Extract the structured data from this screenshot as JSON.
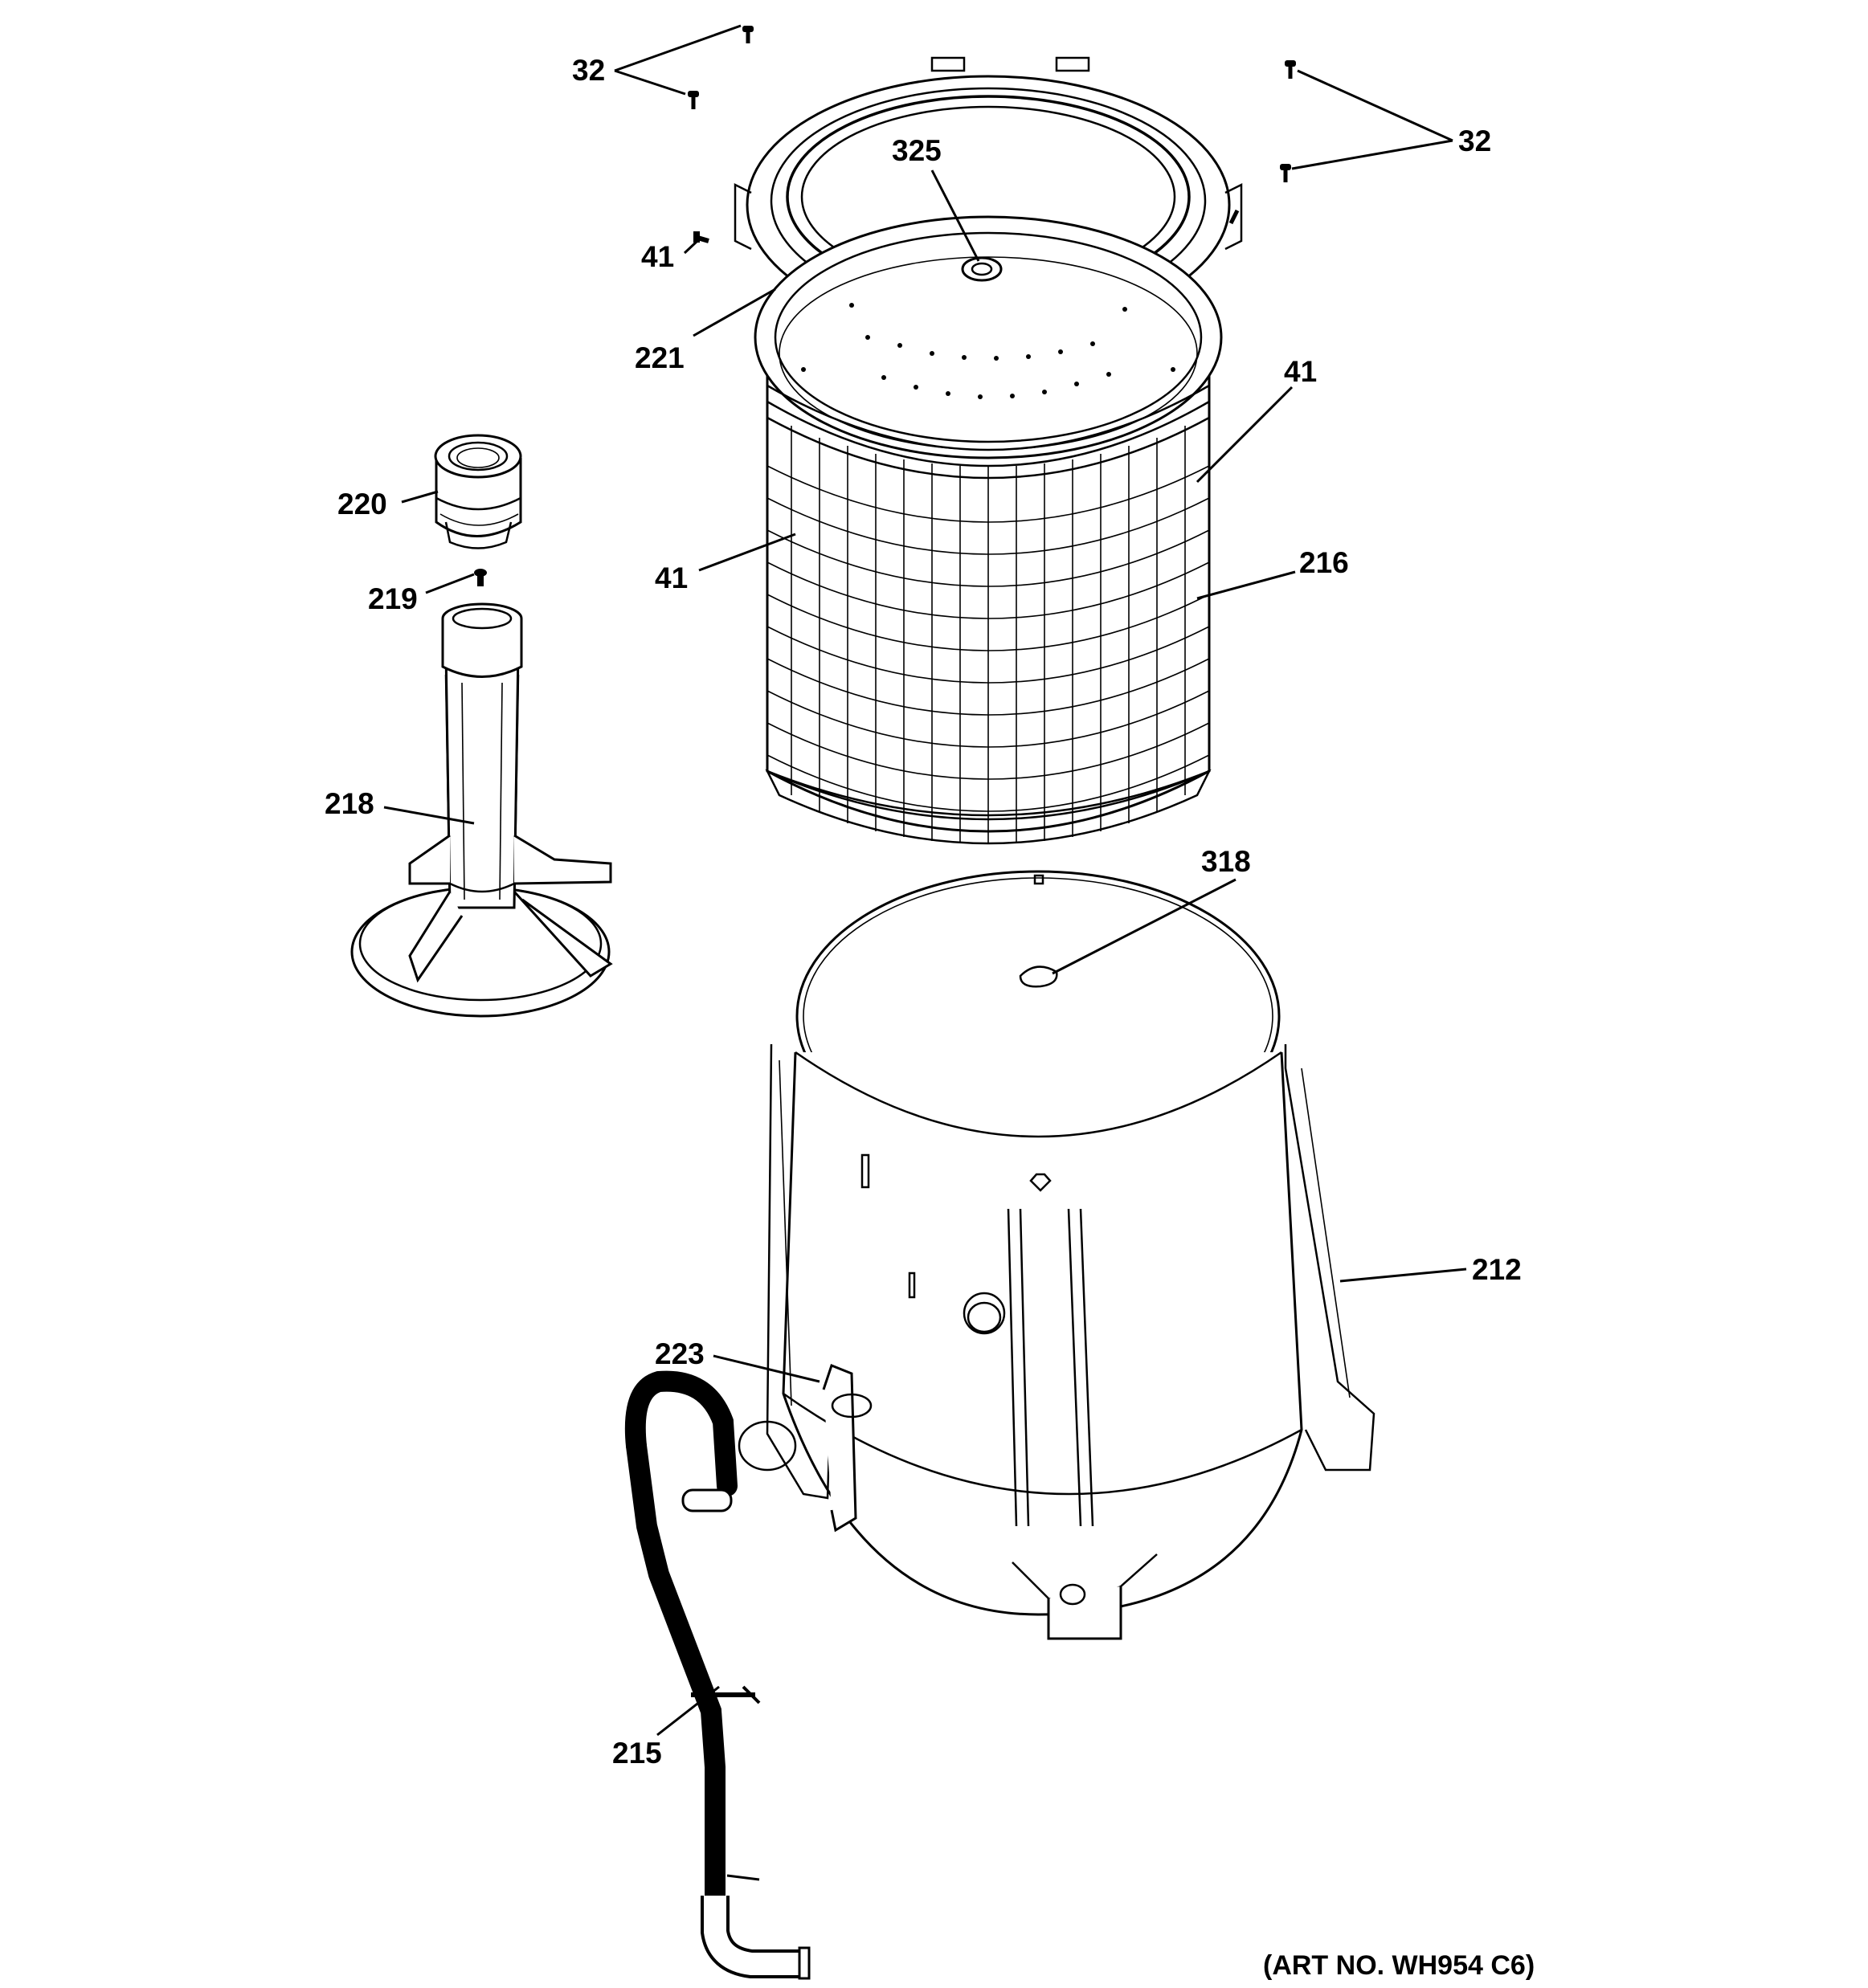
{
  "labels": {
    "p32_left": "32",
    "p32_right": "32",
    "p325": "325",
    "p41_ring": "41",
    "p221": "221",
    "p41_right": "41",
    "p220": "220",
    "p41_left": "41",
    "p216": "216",
    "p219": "219",
    "p218": "218",
    "p318": "318",
    "p212": "212",
    "p223": "223",
    "p215": "215"
  },
  "art_number": "(ART NO. WH954 C6)"
}
